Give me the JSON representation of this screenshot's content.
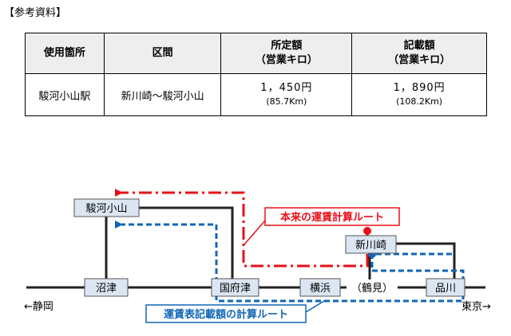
{
  "heading": "【参考資料】",
  "table": {
    "headers": {
      "location": "使用箇所",
      "section": "区間",
      "prescribed_line1": "所定額",
      "prescribed_line2": "（営業キロ）",
      "listed_line1": "記載額",
      "listed_line2": "（営業キロ）"
    },
    "row": {
      "location": "駿河小山駅",
      "section": "新川崎～駿河小山",
      "prescribed_amount": "1，450円",
      "prescribed_km": "(85.7Km)",
      "listed_amount": "1，890円",
      "listed_km": "(108.2Km)"
    }
  },
  "map": {
    "stations": {
      "surugaoyama": "駿河小山",
      "numazu": "沼津",
      "kozu": "国府津",
      "yokohama": "横浜",
      "tsurumi": "（鶴見）",
      "shinkawasaki": "新川崎",
      "shinagawa": "品川"
    },
    "directions": {
      "west": "←静岡",
      "east": "東京→"
    },
    "legend": {
      "original_route": "本来の運賃計算ルート",
      "listed_route": "運賃表記載額の計算ルート"
    },
    "colors": {
      "original_route": "#e8101a",
      "listed_route": "#1066b6"
    }
  }
}
